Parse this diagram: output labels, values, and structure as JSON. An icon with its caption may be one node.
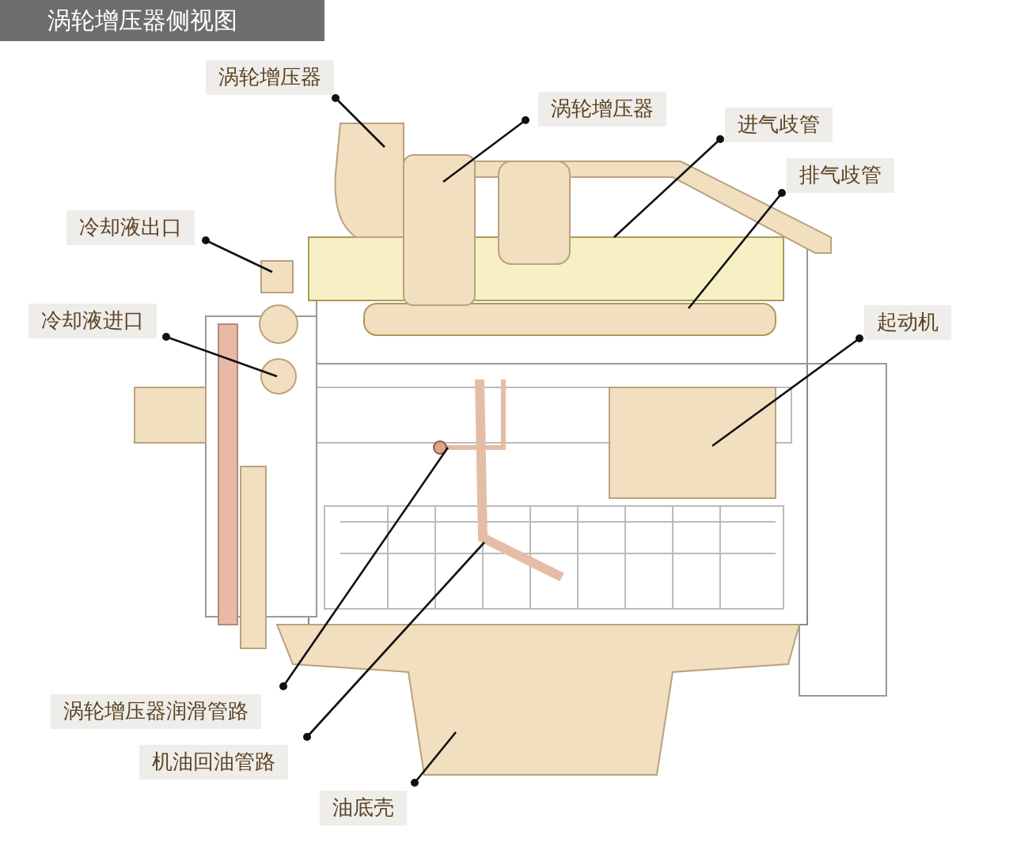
{
  "diagram": {
    "title": "涡轮增压器侧视图",
    "nodes": [
      {
        "text": [
          "涡轮增压器"
        ]
      },
      {
        "text": [
          "涡轮增压器"
        ]
      },
      {
        "text": [
          "进气歧管"
        ]
      },
      {
        "text": [
          "排气歧管"
        ]
      },
      {
        "text": [
          "冷却液出口"
        ]
      },
      {
        "text": [
          "冷却液进口"
        ]
      },
      {
        "text": [
          "起动机"
        ]
      },
      {
        "text": [
          "涡轮增压器润滑管路"
        ]
      },
      {
        "text": [
          "机油回油管路"
        ]
      },
      {
        "text": [
          "油底壳"
        ]
      }
    ],
    "edges": [
      {
        "from": 0,
        "to": null,
        "arrow": "other"
      },
      {
        "from": 1,
        "to": null,
        "arrow": "other"
      },
      {
        "from": 2,
        "to": null,
        "arrow": "other"
      },
      {
        "from": 3,
        "to": null,
        "arrow": "other"
      },
      {
        "from": 4,
        "to": null,
        "arrow": "other"
      },
      {
        "from": 5,
        "to": null,
        "arrow": "other"
      },
      {
        "from": 6,
        "to": null,
        "arrow": "other"
      },
      {
        "from": 7,
        "to": null,
        "arrow": "other"
      },
      {
        "from": 8,
        "to": null,
        "arrow": "other"
      },
      {
        "from": 9,
        "to": null,
        "arrow": "other"
      }
    ]
  }
}
